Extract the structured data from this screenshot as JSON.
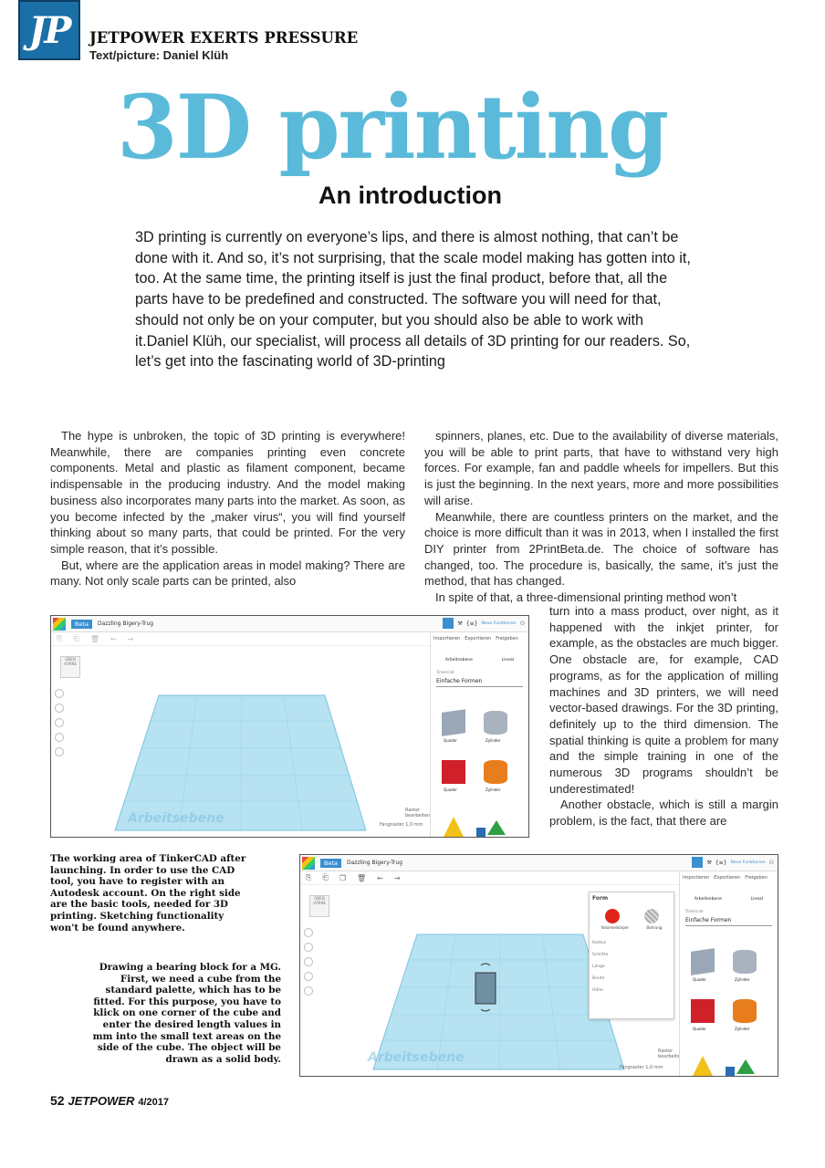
{
  "header": {
    "logo": "JP",
    "kicker": "JETPOWER EXERTS PRESSURE",
    "byline": "Text/picture: Daniel Klüh"
  },
  "title": "3D printing",
  "subtitle": "An introduction",
  "intro": "3D printing is currently on everyone’s lips, and there is almost nothing, that can’t be done with it. And so, it’s not surprising, that the scale model making has gotten into it, too. At the same time, the printing itself is just the final product, before that, all the parts have to be predefined and constructed. The software you will need for that, should not only be on your computer, but you should also be able to work with it.Daniel Klüh, our specialist, will process all details of 3D printing for our readers. So, let’s get into the fascinating world of 3D-printing",
  "body": {
    "col1_p1": "The hype is unbroken, the topic of 3D printing is everywhere! Meanwhile, there are companies printing even concrete components. Metal and plastic as filament component, became indispensable in the producing industry. And the model making business also incorporates many parts into the market. As soon, as you become infected by the „maker virus“, you will find yourself thinking about so many parts, that could be printed. For the very simple reason, that it’s possible.",
    "col1_p2": "But, where are the application areas in model making? There are many. Not only scale parts can be printed, also",
    "col2_p1": "spinners, planes, etc. Due to the availability of diverse materials, you will be able to print parts, that have to withstand very high forces. For example, fan and paddle wheels for impellers. But this is just the beginning. In the next years, more and more possibilities will arise.",
    "col2_p2": "Meanwhile, there are countless printers on the market, and the choice is more difficult than it was in 2013, when I installed the first DIY printer from 2PrintBeta.de. The choice of software has changed, too. The procedure is, basically, the same, it’s just the method, that has changed.",
    "col2_p3": "In spite of that, a three-dimensional printing method won’t",
    "col3_p1": "turn into a mass product, over night, as it happened with the inkjet printer, for example, as the obstacles are much bigger. One obstacle are, for example, CAD programs, as for the application of milling machines and 3D printers, we will need vector-based drawings. For the 3D printing, definitely up to the third dimension. The spatial thinking is quite a problem for many and the simple training in one of the numerous 3D programs shouldn’t be underestimated!",
    "col3_p2": "Another obstacle, which is still a margin problem, is the fact, that there are"
  },
  "captions": {
    "cap1": "The working area of TinkerCAD after launching. In order to use the CAD tool, you have to register with an Autodesk account. On the right side are the basic tools, needed for 3D printing. Sketching functionality won't be found anywhere.",
    "cap2": "Drawing a bearing block for a MG. First, we need a cube from the standard palette, which has to be fitted. For this purpose, you have to klick on one corner of the cube and enter the desired length values in mm into the small text areas on the side of the cube. The object will be drawn as a solid body."
  },
  "screenshot": {
    "beta": "Beta",
    "doc_title": "Dazzling Bigery-Trug",
    "new_features": "Neue Funktionen",
    "tabs": [
      "Importieren",
      "Exportieren",
      "Freigeben"
    ],
    "tool_workplane": "Arbeitsebene",
    "tool_ruler": "Lineal",
    "palette_label": "Tinkercad",
    "palette": "Einfache Formen",
    "shapes": [
      "Quader",
      "Zylinder",
      "Quader",
      "Zylinder"
    ],
    "workplane": "Arbeitsebene",
    "grid_edit": "Raster bearbeiten",
    "snap_label": "Fangraster",
    "snap_value": "1,0 mm",
    "viewcube_top": "OBEN",
    "viewcube_front": "VORNE",
    "form_title": "Form",
    "form_solid": "Volumenkörper",
    "form_hole": "Bohrung",
    "form_fields": [
      "Radius",
      "Schritte",
      "Länge",
      "Breite",
      "Höhe"
    ]
  },
  "footer": {
    "page": "52",
    "brand": "JETPOWER",
    "issue": "4/2017"
  },
  "colors": {
    "title": "#5bbad9",
    "logo": "#1a6fa6",
    "grid": "#8fd0ea"
  }
}
